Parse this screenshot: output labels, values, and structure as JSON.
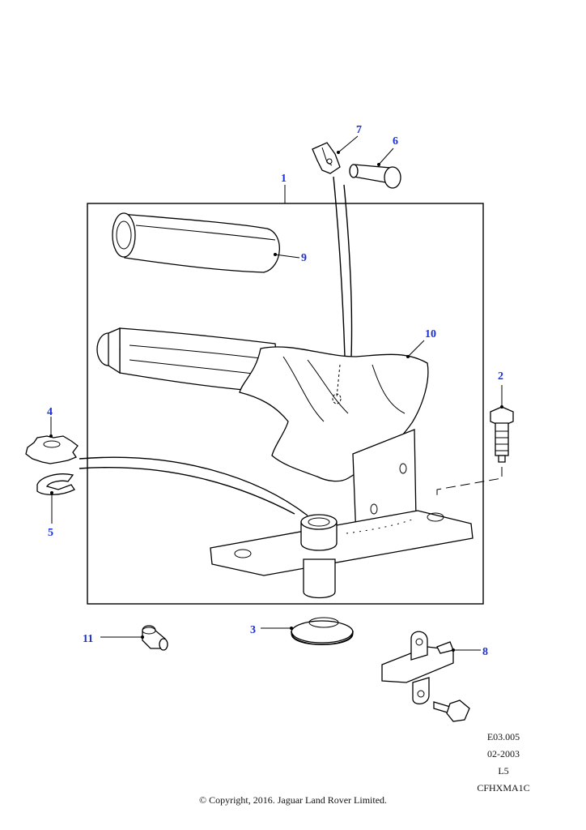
{
  "callouts": {
    "c1": "1",
    "c2": "2",
    "c3": "3",
    "c4": "4",
    "c5": "5",
    "c6": "6",
    "c7": "7",
    "c8": "8",
    "c9": "9",
    "c10": "10",
    "c11": "11"
  },
  "reference": {
    "code": "E03.005",
    "date": "02-2003",
    "sheet": "L5",
    "catalog": "CFHXMA1C"
  },
  "copyright": "© Copyright, 2016. Jaguar Land Rover Limited.",
  "colors": {
    "callout": "#1a2fd6",
    "line": "#000000",
    "background": "#ffffff"
  }
}
